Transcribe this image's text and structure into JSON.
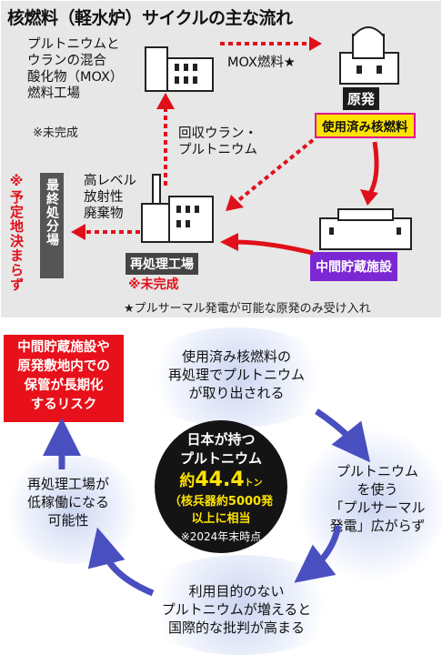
{
  "top": {
    "title": "核燃料（軽水炉）サイクルの主な流れ",
    "mox_plant": [
      "プルトニウムと",
      "ウランの混合",
      "酸化物（MOX）",
      "燃料工場"
    ],
    "mox_plant_note": "※未完成",
    "mox_fuel_label": "MOX燃料★",
    "nuclear_plant_label": "原発",
    "spent_fuel_label": "使用済み核燃料",
    "interim_storage_label": "中間貯蔵施設",
    "recovered_label": [
      "回収ウラン・",
      "プルトニウム"
    ],
    "waste_label": [
      "高レベル",
      "放射性",
      "廃棄物"
    ],
    "final_disposal_label": "最終処分場",
    "final_disposal_note": "※予定地決まらず",
    "reprocessing_label": "再処理工場",
    "reprocessing_note": "※未完成",
    "footnote": "★プルサーマル発電が可能な原発のみ受け入れ"
  },
  "bottom": {
    "risk_box": [
      "中間貯蔵施設や",
      "原発敷地内での",
      "保管が長期化",
      "するリスク"
    ],
    "center": {
      "line1": "日本が持つ",
      "line2": "プルトニウム",
      "amount_prefix": "約",
      "amount_value": "44.4",
      "amount_unit": "トン",
      "sub1": "（核兵器約5000発",
      "sub2": "以上に相当",
      "date_note": "※2024年末時点"
    },
    "step_extract": [
      "使用済み核燃料の",
      "再処理でプルトニウム",
      "が取り出される"
    ],
    "step_pluthermal": [
      "プルトニウム",
      "を使う",
      "「プルサーマル",
      "発電」広がらず"
    ],
    "step_criticism": [
      "利用目的のない",
      "プルトニウムが増えると",
      "国際的な批判が高まる"
    ],
    "step_low_operation": [
      "再処理工場が",
      "低稼働になる",
      "可能性"
    ]
  },
  "colors": {
    "red": "#e0101a",
    "purple": "#7c27d4",
    "yellow": "#ffe300",
    "pink_border": "#e0148a",
    "arrow_blue": "#4a4fc0",
    "panel_gray": "#e7e7e7"
  },
  "icons": [
    "factory-icon",
    "nuclear-plant-icon",
    "storage-building-icon",
    "reprocessing-plant-icon"
  ]
}
